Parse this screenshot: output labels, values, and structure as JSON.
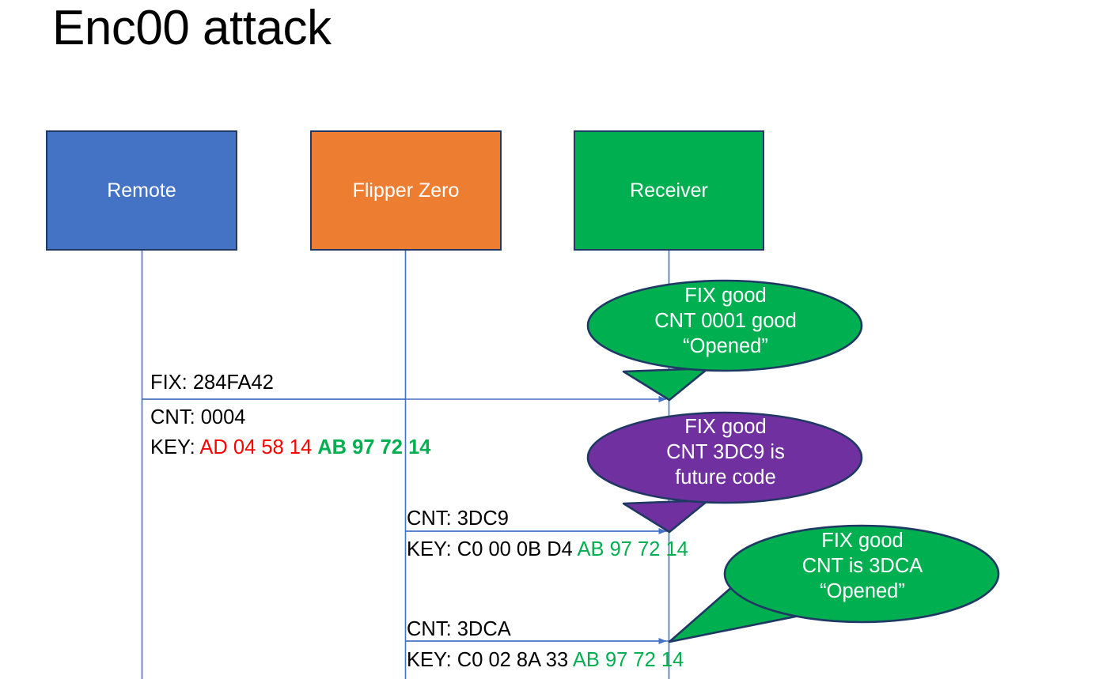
{
  "slide": {
    "title": "Enc00 attack"
  },
  "actors": [
    {
      "id": "remote",
      "label": "Remote",
      "color": "#4472C4"
    },
    {
      "id": "flipper",
      "label": "Flipper Zero",
      "color": "#ED7D31"
    },
    {
      "id": "receiver",
      "label": "Receiver",
      "color": "#00AF50"
    }
  ],
  "messages": [
    {
      "id": "msg1",
      "from": "remote",
      "to": "receiver",
      "fix_line": "FIX: 284FA42",
      "cnt_line": "CNT: 0004",
      "key_prefix": "KEY: ",
      "key_part1": "AD 04 58 14",
      "key_part1_color": "#FF0000",
      "key_part2": "AB 97 72 14",
      "key_part2_color": "#00B050"
    },
    {
      "id": "msg2",
      "from": "flipper",
      "to": "receiver",
      "cnt_line": "CNT: 3DC9",
      "key_prefix": "KEY: ",
      "key_part1": "C0 00 0B D4",
      "key_part1_color": "#000000",
      "key_part2": "AB 97 72 14",
      "key_part2_color": "#00B050"
    },
    {
      "id": "msg3",
      "from": "flipper",
      "to": "receiver",
      "cnt_line": "CNT: 3DCA",
      "key_prefix": "KEY: ",
      "key_part1": "C0 02 8A 33",
      "key_part1_color": "#000000",
      "key_part2": "AB 97 72 14",
      "key_part2_color": "#00B050"
    }
  ],
  "callouts": [
    {
      "id": "callout1",
      "color": "#00AF50",
      "line1": "FIX good",
      "line2": "CNT 0001 good",
      "line3": "“Opened”"
    },
    {
      "id": "callout2",
      "color": "#7030A0",
      "line1": "FIX good",
      "line2": "CNT 3DC9 is",
      "line3": "future code"
    },
    {
      "id": "callout3",
      "color": "#00AF50",
      "line1": "FIX good",
      "line2": "CNT is 3DCA",
      "line3": "“Opened”"
    }
  ],
  "colors": {
    "lifeline": "#4472C4",
    "bubble_outline": "#1F3864",
    "box_outline": "#1F3864",
    "red": "#FF0000",
    "green": "#00B050",
    "purple": "#7030A0"
  }
}
